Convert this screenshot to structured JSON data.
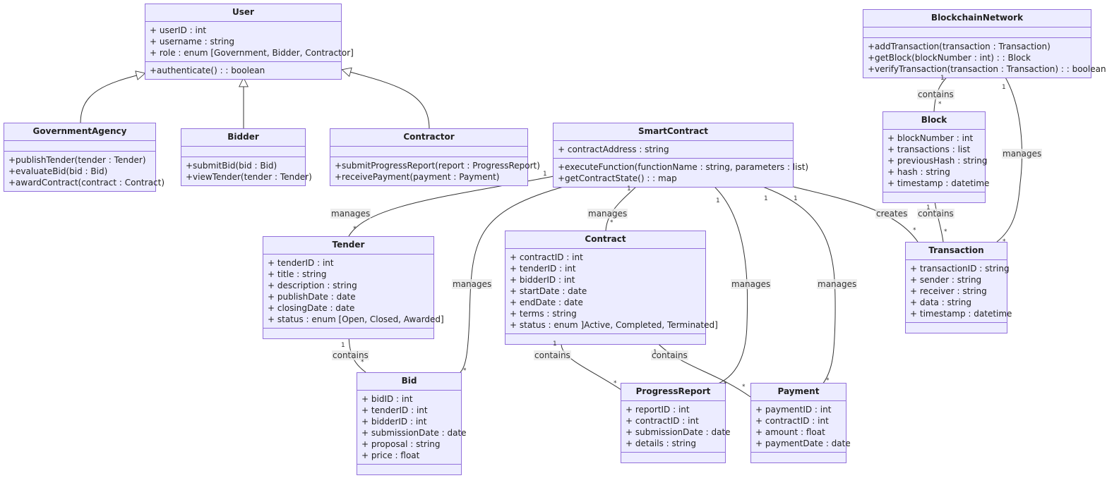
{
  "classes": {
    "user": {
      "name": "User",
      "attributes": [
        "+ userID : int",
        "+ username : string",
        "+ role : enum [Government, Bidder, Contractor]"
      ],
      "methods": [
        "+authenticate() : : boolean"
      ]
    },
    "government_agency": {
      "name": "GovernmentAgency",
      "attributes": [],
      "methods": [
        "+publishTender(tender : Tender)",
        "+evaluateBid(bid : Bid)",
        "+awardContract(contract : Contract)"
      ]
    },
    "bidder": {
      "name": "Bidder",
      "attributes": [],
      "methods": [
        "+submitBid(bid : Bid)",
        "+viewTender(tender : Tender)"
      ]
    },
    "contractor": {
      "name": "Contractor",
      "attributes": [],
      "methods": [
        "+submitProgressReport(report : ProgressReport)",
        "+receivePayment(payment : Payment)"
      ]
    },
    "smart_contract": {
      "name": "SmartContract",
      "attributes": [
        "+ contractAddress : string"
      ],
      "methods": [
        "+executeFunction(functionName : string, parameters : list)",
        "+getContractState() : : map"
      ]
    },
    "blockchain_network": {
      "name": "BlockchainNetwork",
      "attributes": [],
      "methods": [
        "+addTransaction(transaction : Transaction)",
        "+getBlock(blockNumber : int) : : Block",
        "+verifyTransaction(transaction : Transaction) : : boolean"
      ]
    },
    "block": {
      "name": "Block",
      "attributes": [
        "+ blockNumber : int",
        "+ transactions : list",
        "+ previousHash : string",
        "+ hash : string",
        "+ timestamp : datetime"
      ],
      "methods": []
    },
    "tender": {
      "name": "Tender",
      "attributes": [
        "+ tenderID : int",
        "+ title : string",
        "+ description : string",
        "+ publishDate : date",
        "+ closingDate : date",
        "+ status : enum [Open, Closed, Awarded]"
      ],
      "methods": []
    },
    "contract": {
      "name": "Contract",
      "attributes": [
        "+ contractID : int",
        "+ tenderID : int",
        "+ bidderID : int",
        "+ startDate : date",
        "+ endDate : date",
        "+ terms : string",
        "+ status : enum ]Active, Completed, Terminated]"
      ],
      "methods": []
    },
    "transaction": {
      "name": "Transaction",
      "attributes": [
        "+ transactionID : string",
        "+ sender : string",
        "+ receiver : string",
        "+ data : string",
        "+ timestamp : datetime"
      ],
      "methods": []
    },
    "bid": {
      "name": "Bid",
      "attributes": [
        "+ bidID : int",
        "+ tenderID : int",
        "+ bidderID : int",
        "+ submissionDate : date",
        "+ proposal : string",
        "+ price : float"
      ],
      "methods": []
    },
    "progress_report": {
      "name": "ProgressReport",
      "attributes": [
        "+ reportID : int",
        "+ contractID : int",
        "+ submissionDate : date",
        "+ details : string"
      ],
      "methods": []
    },
    "payment": {
      "name": "Payment",
      "attributes": [
        "+ paymentID : int",
        "+ contractID : int",
        "+ amount : float",
        "+ paymentDate : date"
      ],
      "methods": []
    }
  },
  "relations": [
    {
      "id": "inh-ga",
      "from": "government_agency",
      "to": "user",
      "kind": "inheritance"
    },
    {
      "id": "inh-bidder",
      "from": "bidder",
      "to": "user",
      "kind": "inheritance"
    },
    {
      "id": "inh-contractor",
      "from": "contractor",
      "to": "user",
      "kind": "inheritance"
    },
    {
      "id": "sc-tender",
      "from": "smart_contract",
      "to": "tender",
      "kind": "association",
      "label": "manages",
      "from_card": "1",
      "to_card": "*"
    },
    {
      "id": "sc-bid",
      "from": "smart_contract",
      "to": "bid",
      "kind": "association",
      "label": "manages",
      "from_card": "",
      "to_card": "*"
    },
    {
      "id": "sc-contract",
      "from": "smart_contract",
      "to": "contract",
      "kind": "association",
      "label": "manages",
      "from_card": "1",
      "to_card": "*"
    },
    {
      "id": "sc-progress",
      "from": "smart_contract",
      "to": "progress_report",
      "kind": "association",
      "label": "manages",
      "from_card": "1",
      "to_card": "*"
    },
    {
      "id": "sc-payment",
      "from": "smart_contract",
      "to": "payment",
      "kind": "association",
      "label": "manages",
      "from_card": "1",
      "to_card": "*"
    },
    {
      "id": "sc-transaction",
      "from": "smart_contract",
      "to": "transaction",
      "kind": "association",
      "label": "creates",
      "from_card": "1",
      "to_card": "*"
    },
    {
      "id": "bn-block",
      "from": "blockchain_network",
      "to": "block",
      "kind": "association",
      "label": "contains",
      "from_card": "1",
      "to_card": "*"
    },
    {
      "id": "bn-transaction",
      "from": "blockchain_network",
      "to": "transaction",
      "kind": "association",
      "label": "manages",
      "from_card": "1",
      "to_card": "*"
    },
    {
      "id": "block-transaction",
      "from": "block",
      "to": "transaction",
      "kind": "association",
      "label": "contains",
      "from_card": "1",
      "to_card": "*"
    },
    {
      "id": "tender-bid",
      "from": "tender",
      "to": "bid",
      "kind": "association",
      "label": "contains",
      "from_card": "1",
      "to_card": "*"
    },
    {
      "id": "contract-progress",
      "from": "contract",
      "to": "progress_report",
      "kind": "association",
      "label": "contains",
      "from_card": "1",
      "to_card": "*"
    },
    {
      "id": "contract-payment",
      "from": "contract",
      "to": "payment",
      "kind": "association",
      "label": "contains",
      "from_card": "1",
      "to_card": "*"
    }
  ],
  "colors": {
    "node_fill": "#ECECFF",
    "node_border": "#9370DB",
    "edge": "#333333",
    "label_bg": "#E8E8E8"
  }
}
